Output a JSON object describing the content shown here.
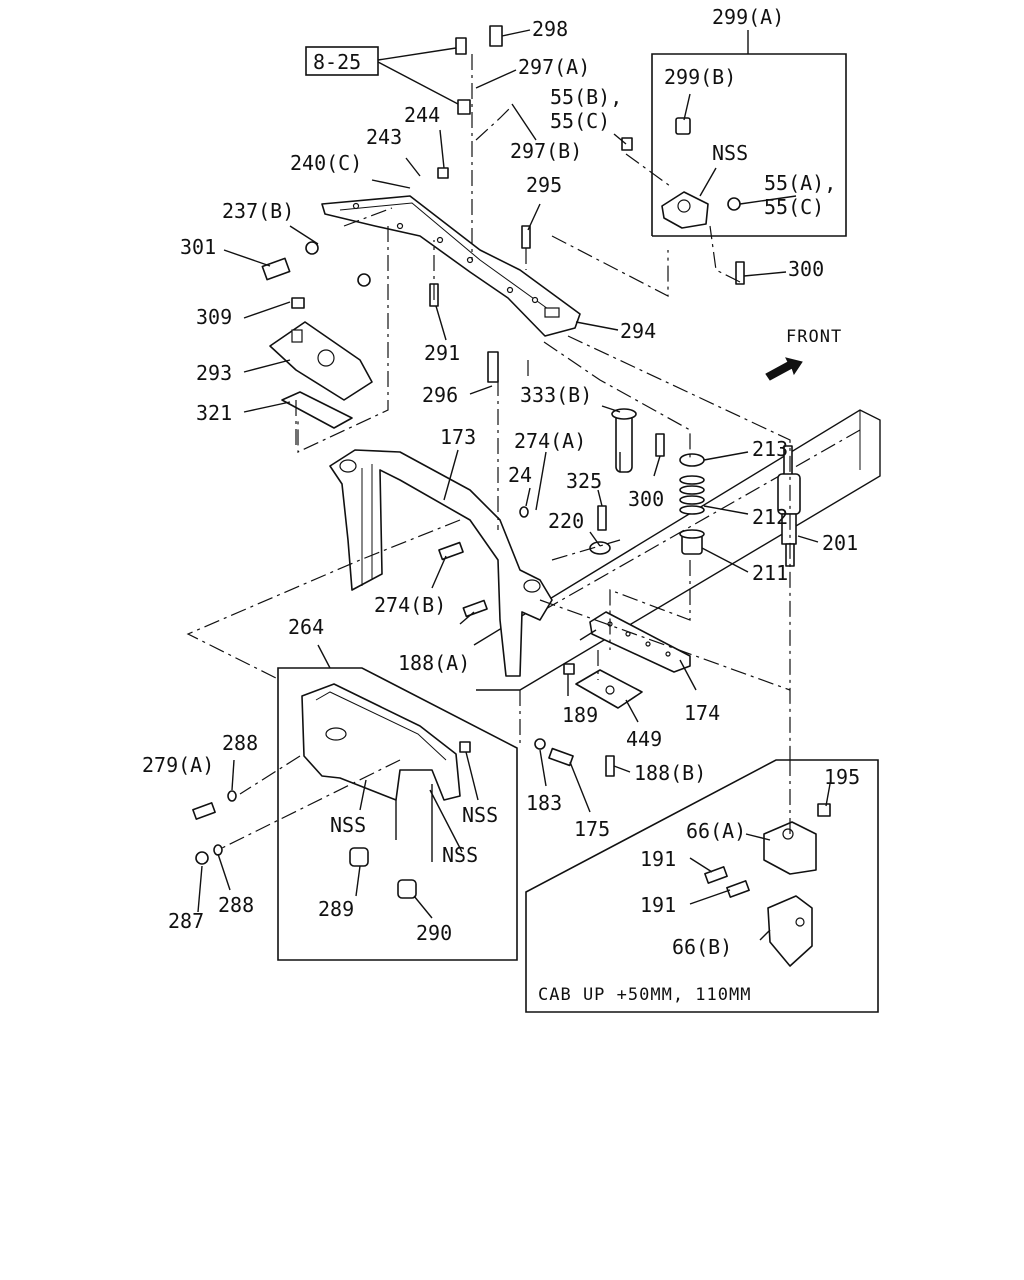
{
  "labels": {
    "ref_box": "8-25",
    "p298": "298",
    "p299a": "299(A)",
    "p297a": "297(A)",
    "p299b": "299(B)",
    "p55bc": "55(B),",
    "p55c_top": "55(C)",
    "p244": "244",
    "p297b": "297(B)",
    "p243": "243",
    "nss_top": "NSS",
    "p240c": "240(C)",
    "p55a": "55(A),",
    "p55c_right": "55(C)",
    "p295": "295",
    "p237b": "237(B)",
    "p301": "301",
    "p300_top": "300",
    "p309": "309",
    "p294": "294",
    "front": "FRONT",
    "p291": "291",
    "p293": "293",
    "p296": "296",
    "p333b": "333(B)",
    "p321": "321",
    "p173": "173",
    "p274a": "274(A)",
    "p213": "213",
    "p24": "24",
    "p325": "325",
    "p300_mid": "300",
    "p212": "212",
    "p220": "220",
    "p201": "201",
    "p211": "211",
    "p274b": "274(B)",
    "p264": "264",
    "p188a": "188(A)",
    "p189": "189",
    "p174": "174",
    "p449": "449",
    "p288_top": "288",
    "p279a": "279(A)",
    "p188b": "188(B)",
    "p195": "195",
    "p183": "183",
    "nss_1": "NSS",
    "nss_2": "NSS",
    "p66a": "66(A)",
    "p175": "175",
    "nss_3": "NSS",
    "p191_top": "191",
    "p288_bottom": "288",
    "p289": "289",
    "p191_bottom": "191",
    "p287": "287",
    "p290": "290",
    "p66b": "66(B)",
    "cab_note": "CAB UP +50MM, 110MM"
  }
}
